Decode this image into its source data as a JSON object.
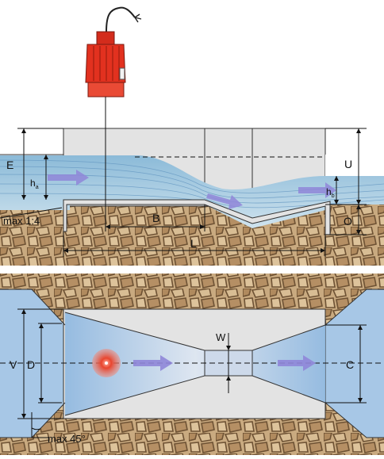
{
  "labels": {
    "E": "E",
    "ha": "h",
    "ha_sub": "a",
    "U": "U",
    "hb": "h",
    "hb_sub": "b",
    "O": "O",
    "B": "B",
    "L": "L",
    "slope": "max 1:4",
    "W": "W",
    "V": "V",
    "D": "D",
    "C": "C",
    "angle": "max 45°"
  },
  "colors": {
    "water": "#9fc7df",
    "water_dark": "#6fa3c8",
    "ground": "#c8a97e",
    "ground_stone": "#8a6b48",
    "concrete": "#e4e4e4",
    "sensor_body": "#e0301e",
    "arrow": "#8f86d8",
    "target_spot": "#e23a2a"
  },
  "icons": {
    "sensor": "ultrasonic-level-sensor-icon",
    "flow_arrow": "flow-arrow-icon",
    "target": "measuring-spot-icon"
  }
}
